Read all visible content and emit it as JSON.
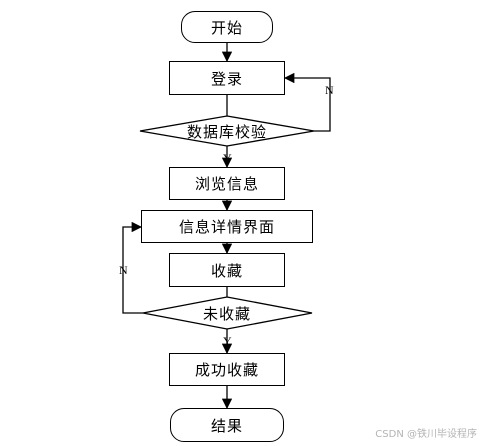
{
  "nodes": {
    "start": "开始",
    "login": "登录",
    "db_check": "数据库校验",
    "browse": "浏览信息",
    "detail": "信息详情界面",
    "collect": "收藏",
    "not_collected": "未收藏",
    "collect_success": "成功收藏",
    "end": "结果"
  },
  "branch_labels": {
    "db_no": "N",
    "db_yes": "Y",
    "collect_no": "N",
    "collect_yes": "Y"
  },
  "watermark": "CSDN @铁川毕设程序"
}
